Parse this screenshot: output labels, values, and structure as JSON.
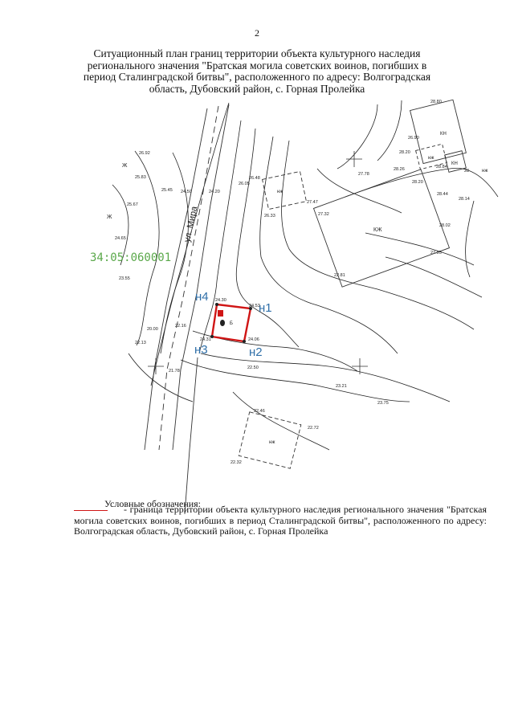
{
  "page_number": "2",
  "title_lines": [
    "Ситуационный план границ территории объекта культурного наследия",
    "регионального значения \"Братская могила советских воинов, погибших в",
    "период Сталинградской битвы\", расположенного по адресу: Волгоградская",
    "область, Дубовский район, с. Горная Пролейка"
  ],
  "map": {
    "street_label": "ул. Мира",
    "cadastral_label": "34:05:060001",
    "boundary_color": "#d01515",
    "cadastral_color": "#5aa84a",
    "point_label_color": "#2f6fa8",
    "boundary_points": [
      "н1",
      "н2",
      "н3",
      "н4"
    ],
    "building_labels": [
      "КЖ",
      "нж",
      "КН",
      "нж",
      "нж",
      "нж",
      "КН"
    ],
    "plot_mark": "Б",
    "left_markers": [
      "Ж",
      "Ж"
    ],
    "elevations": [
      "26.92",
      "25.83",
      "25.45",
      "24.50",
      "25.67",
      "24.65",
      "23.55",
      "22.16",
      "20.00",
      "22.13",
      "21.78",
      "24.20",
      "26.48",
      "26.05",
      "26.33",
      "27.47",
      "27.32",
      "22.81",
      "24.30",
      "24.53",
      "24.06",
      "24.31",
      "22.50",
      "23.21",
      "23.75",
      "22.46",
      "22.72",
      "22.32",
      "27.78",
      "28.80",
      "26.90",
      "28.20",
      "28.26",
      "28.84",
      "28.20",
      "28.44",
      "28.14",
      "28.02",
      "27.95",
      "28"
    ]
  },
  "legend": {
    "heading": "Условные обозначения:",
    "text": "- граница территории объекта культурного наследия регионального значения \"Братская могила советских воинов, погибших в период Сталинградской битвы\", расположенного по адресу: Волгоградская область, Дубовский район, с. Горная Пролейка"
  }
}
